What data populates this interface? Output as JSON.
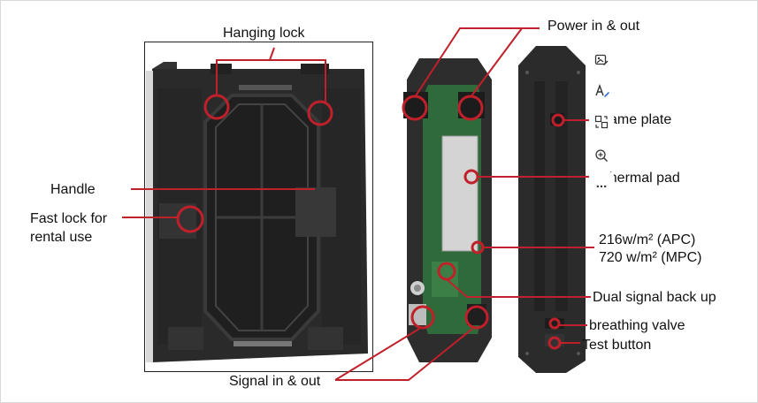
{
  "labels": {
    "hanging_lock": "Hanging lock",
    "power": "Power in & out",
    "name_plate": "ame plate",
    "thermal_pad": "Thermal pad",
    "handle": "Handle",
    "fast_lock_1": "Fast lock for",
    "fast_lock_2": "rental use",
    "power_apc": "216w/m²  (APC)",
    "power_mpc": "720 w/m² (MPC)",
    "dual_signal": "Dual signal back up",
    "breathing_valve": "breathing valve",
    "test_button": "Test button",
    "signal": "Signal in & out"
  },
  "toolbar": {
    "icons": [
      "image-edit-icon",
      "text-edit-icon",
      "swap-icon",
      "zoom-in-icon",
      "more-icon"
    ],
    "more_glyph": "..."
  },
  "colors": {
    "callout": "#c0202a",
    "cabinet": "#2b2b2b",
    "pcb": "#2f6b3a",
    "thermal": "#d5d5d5"
  }
}
